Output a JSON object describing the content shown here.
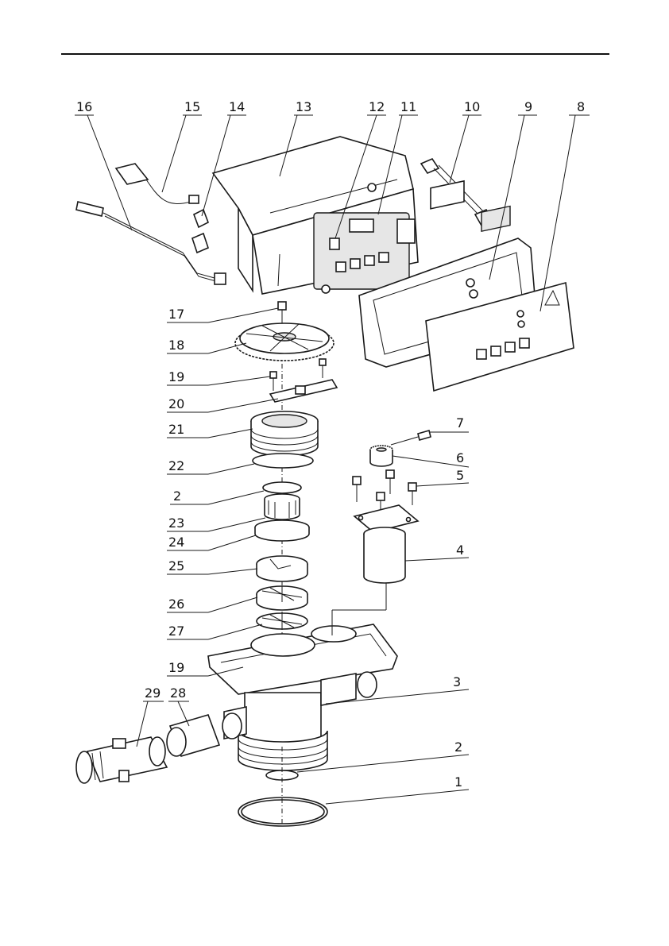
{
  "header": {
    "rule": true
  },
  "diagram": {
    "callouts": [
      {
        "id": "16",
        "label": "16"
      },
      {
        "id": "15",
        "label": "15"
      },
      {
        "id": "14",
        "label": "14"
      },
      {
        "id": "13",
        "label": "13"
      },
      {
        "id": "12",
        "label": "12"
      },
      {
        "id": "11",
        "label": "11"
      },
      {
        "id": "10",
        "label": "10"
      },
      {
        "id": "9",
        "label": "9"
      },
      {
        "id": "8",
        "label": "8"
      },
      {
        "id": "17",
        "label": "17"
      },
      {
        "id": "18",
        "label": "18"
      },
      {
        "id": "19a",
        "label": "19"
      },
      {
        "id": "20",
        "label": "20"
      },
      {
        "id": "21",
        "label": "21"
      },
      {
        "id": "22",
        "label": "22"
      },
      {
        "id": "2a",
        "label": "2"
      },
      {
        "id": "23",
        "label": "23"
      },
      {
        "id": "24",
        "label": "24"
      },
      {
        "id": "25",
        "label": "25"
      },
      {
        "id": "26",
        "label": "26"
      },
      {
        "id": "27",
        "label": "27"
      },
      {
        "id": "19b",
        "label": "19"
      },
      {
        "id": "29",
        "label": "29"
      },
      {
        "id": "28",
        "label": "28"
      },
      {
        "id": "7",
        "label": "7"
      },
      {
        "id": "6",
        "label": "6"
      },
      {
        "id": "5",
        "label": "5"
      },
      {
        "id": "4",
        "label": "4"
      },
      {
        "id": "3",
        "label": "3"
      },
      {
        "id": "2b",
        "label": "2"
      },
      {
        "id": "1",
        "label": "1"
      }
    ]
  }
}
